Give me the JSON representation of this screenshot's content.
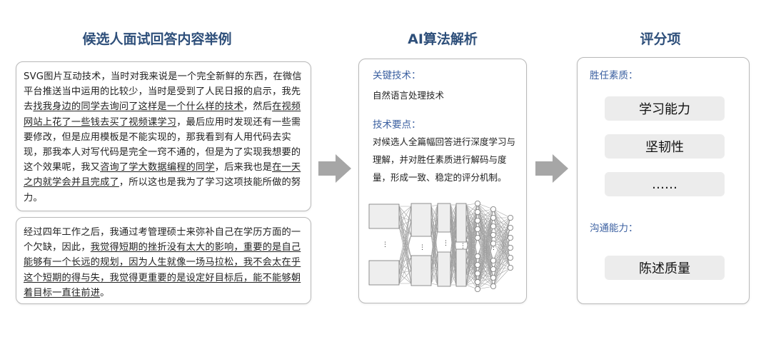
{
  "titles": {
    "left": "候选人面试回答内容举例",
    "middle": "AI算法解析",
    "right": "评分项"
  },
  "answer1": {
    "segments": [
      {
        "t": "SVG图片互动技术，当时对我来说是一个完全新鲜的东西，在微信平台推送当中运用的比较少，当时是受到了人民日报的启示，我先去",
        "u": false
      },
      {
        "t": "找我身边的同学去询问了这样是一个什么样的技术",
        "u": true
      },
      {
        "t": "，然后",
        "u": false
      },
      {
        "t": "在视频网站上花了一些钱去买了视频课学习",
        "u": true
      },
      {
        "t": "，最后应用时发现还有一些需要修改，但是应用模板是不能实现的，那我看到有人用代码去实现，那我本人对写代码是完全一窍不通的，但是为了实现我想要的这个效果呢，我又",
        "u": false
      },
      {
        "t": "咨询了学大数据编程的同学",
        "u": true
      },
      {
        "t": "，后来我也是",
        "u": false
      },
      {
        "t": "在一天之内就学会并且完成了",
        "u": true
      },
      {
        "t": "，所以这也是我为了学习这项技能所做的努力。",
        "u": false
      }
    ]
  },
  "answer2": {
    "segments": [
      {
        "t": "经过四年工作之后，我通过考管理硕士来弥补自己在学历方面的一个欠缺，因此，",
        "u": false
      },
      {
        "t": "我觉得短期的挫折没有太大的影响，重要的是自己能够有一个长远的规划，因为人生就像一场马拉松，我不会太在乎这个短期的得与失，我觉得更重要的是设定好目标后，能不能够朝着目标一直往前进",
        "u": true
      },
      {
        "t": "。",
        "u": false
      }
    ]
  },
  "algo": {
    "key_tech_label": "关键技术：",
    "key_tech_value": "自然语言处理技术",
    "points_label": "技术要点：",
    "points_value": "对候选人全篇幅回答进行深度学习与理解，并对胜任素质进行解码与度量，形成一致、稳定的评分机制。"
  },
  "scoring": {
    "group1_label": "胜任素质：",
    "group1_items": [
      "学习能力",
      "坚韧性",
      "……"
    ],
    "group2_label": "沟通能力：",
    "group2_items": [
      "陈述质量"
    ]
  },
  "colors": {
    "title": "#2e4f7a",
    "label": "#3a5fa0",
    "arrow": "#a6a6a6",
    "pill": "#ececec"
  }
}
